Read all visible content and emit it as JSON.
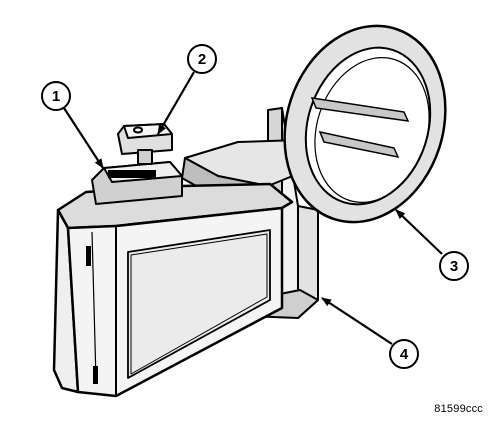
{
  "figure": {
    "callouts": [
      "1",
      "2",
      "3",
      "4"
    ],
    "figure_id": "81599ccc"
  }
}
